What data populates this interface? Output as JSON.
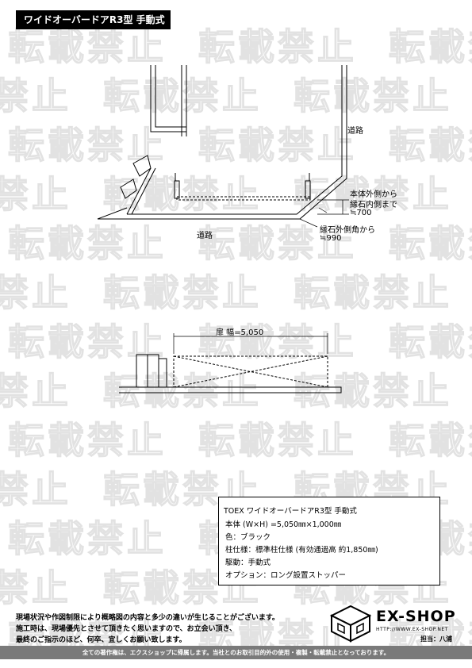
{
  "header": {
    "title": "ワイドオーバードアR3型 手動式"
  },
  "watermark": {
    "text": "転載禁止"
  },
  "plan": {
    "road_top": "道路",
    "road_bottom": "道路",
    "dim1_line1": "本体外側から",
    "dim1_line2": "縁石内側まで",
    "dim1_value": "≒700",
    "dim2_line1": "縁石外側角から",
    "dim2_value": "≒990"
  },
  "elevation": {
    "width_label": "扉 幅=5,050"
  },
  "specs": {
    "title": "TOEX ワイドオーバードアR3型 手動式",
    "lines": [
      "本体 (W×H) =5,050㎜×1,000㎜",
      "色：ブラック",
      "柱仕様：標準柱仕様 (有効通過高 約1,850㎜)",
      "駆動：手動式",
      "オプション：ロング設置ストッパー"
    ]
  },
  "notes": [
    "現場状況や作図制限により概略図の内容と多少の違いが生じることがございます。",
    "施工時は、現場優先とさせて頂きたく思いますので、お立会い頂き、",
    "最終のご指示のほど、何卒、宜しくお願い致します。"
  ],
  "logo": {
    "name": "EX-SHOP",
    "url": "HTTP://WWW.EX-SHOP.NET",
    "person": "担当：八浦"
  },
  "footer": "全ての著作権は、エクスショップに帰属します。当社とのお取引目的外の使用・複製・転載禁止となっております。"
}
